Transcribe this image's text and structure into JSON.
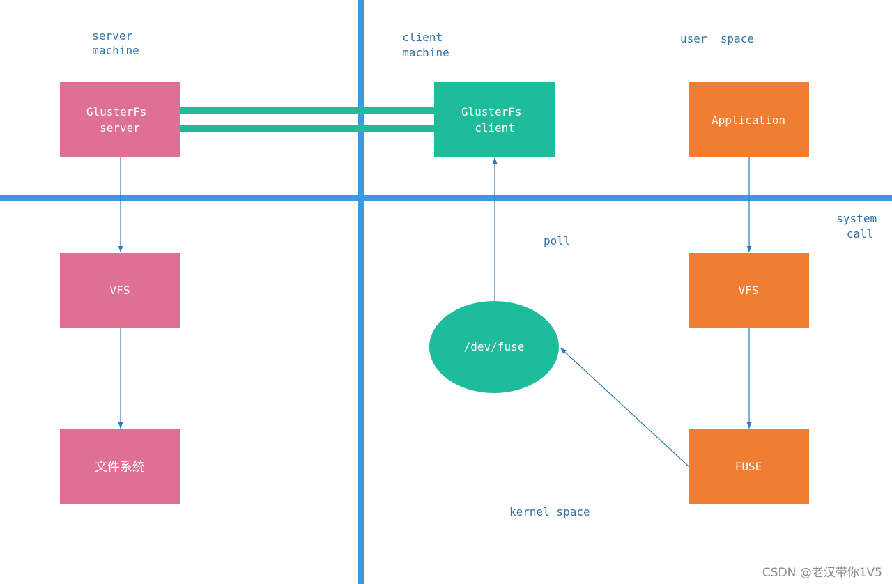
{
  "colors": {
    "divider": "#3b9ae1",
    "server": "#de7094",
    "client": "#1fbc9c",
    "user": "#ef7e33",
    "arrow": "#2f78b4",
    "label": "#3673a8",
    "watermark": "#8a8a8a"
  },
  "labels": {
    "server_machine": [
      "server",
      "machine"
    ],
    "client_machine": [
      "client",
      "machine"
    ],
    "user_space": "user  space",
    "system_call": [
      "system",
      "call"
    ],
    "poll": "poll",
    "kernel_space": "kernel space"
  },
  "boxes": {
    "server_glusterfs": [
      "GlusterFs",
      "server"
    ],
    "server_vfs": "VFS",
    "server_fs": "文件系统",
    "client_glusterfs": [
      "GlusterFs",
      "client"
    ],
    "dev_fuse": "/dev/fuse",
    "application": "Application",
    "user_vfs": "VFS",
    "fuse": "FUSE"
  },
  "watermark": "CSDN @老汉带你1V5"
}
